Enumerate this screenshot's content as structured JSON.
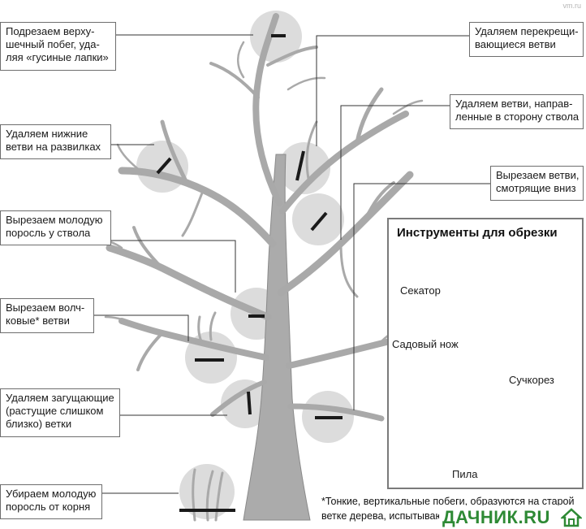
{
  "labels": {
    "top_shoot": "Подрезаем верху-\nшечный побег, уда-\nляя «гусиные лапки»",
    "lower_fork": "Удаляем нижние\nветви на развилках",
    "young_trunk": "Вырезаем молодую\nпоросль у ствола",
    "water_sprouts": "Вырезаем волч-\nковые* ветви",
    "thickening": "Удаляем загущающие\n(растущие слишком\nблизко) ветки",
    "root_suckers": "Убираем молодую\nпоросль от корня",
    "crossing": "Удаляем перекрещи-\nвающиеся ветви",
    "toward_trunk": "Удаляем ветви, направ-\nленные в сторону ствола",
    "downward": "Вырезаем ветви,\nсмотрящие вниз"
  },
  "tools": {
    "title": "Инструменты для обрезки",
    "secateur": "Секатор",
    "garden_knife": "Садовый нож",
    "lopper": "Сучкорез",
    "saw": "Пила"
  },
  "footnote": "*Тонкие, вертикальные побеги, образуются на старой ветке дерева, испытывающего",
  "brand": {
    "logo_text": "ДАЧНИК.RU",
    "watermark": "vm.ru",
    "logo_color": "#2e8a35"
  }
}
